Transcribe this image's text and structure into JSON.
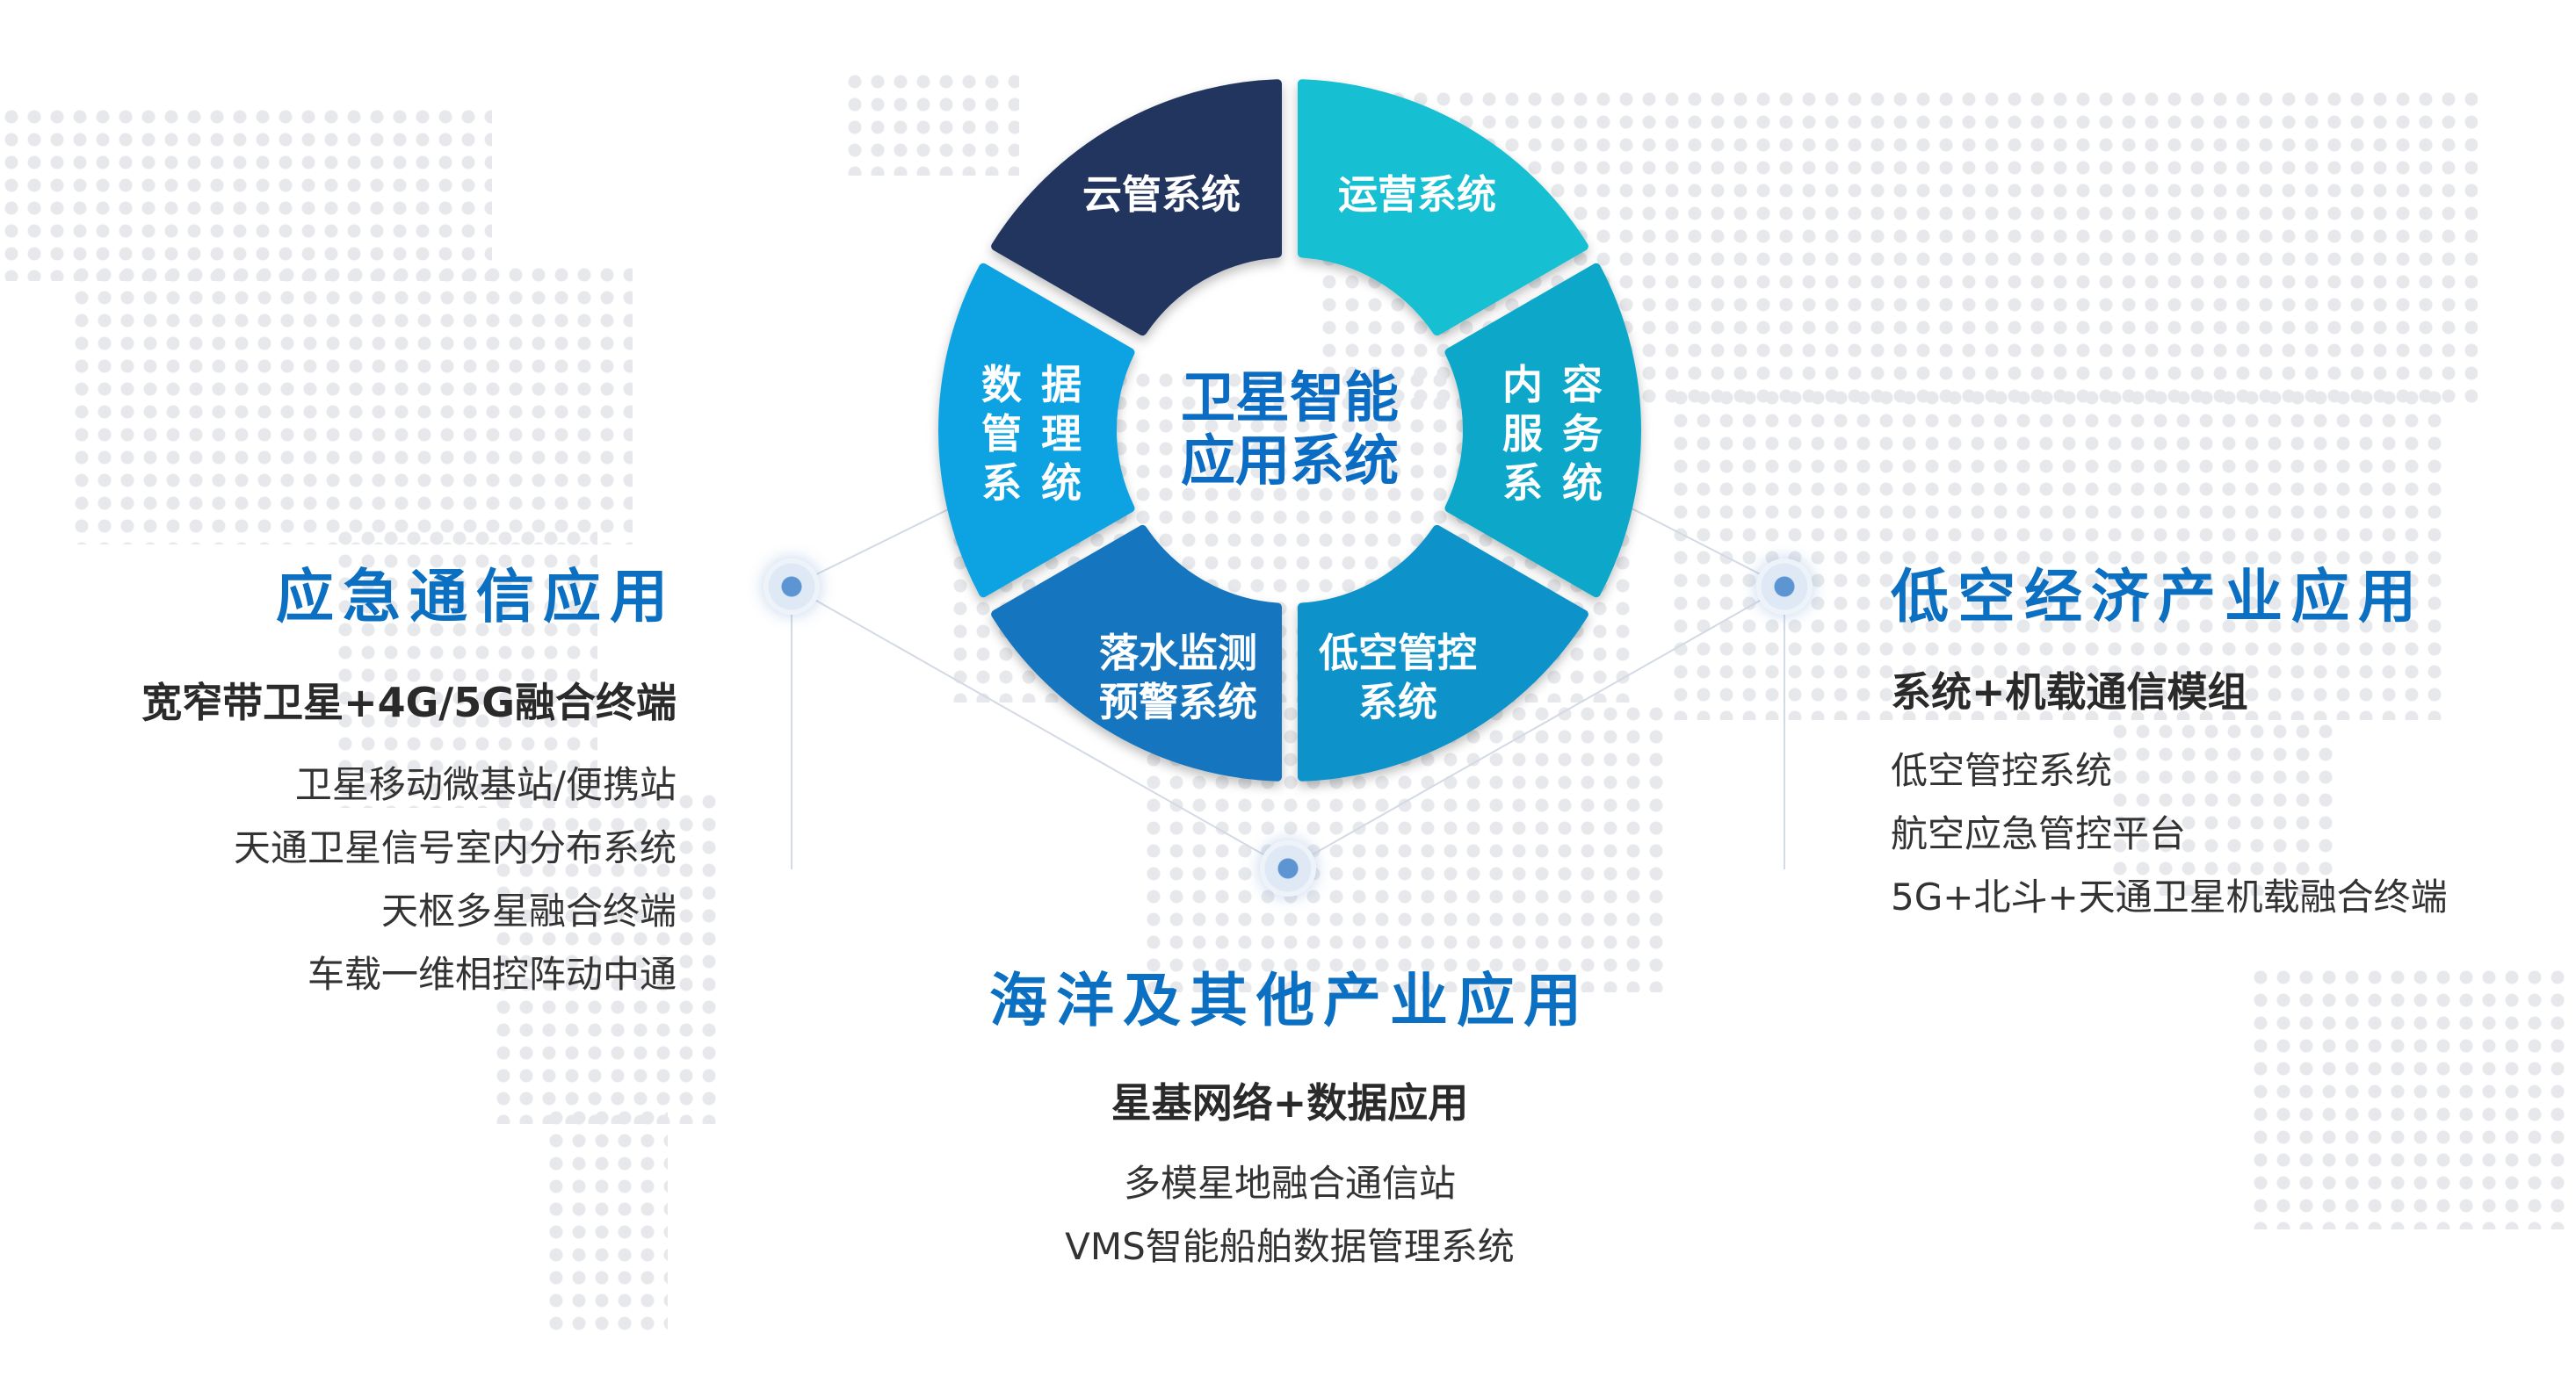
{
  "wheel": {
    "center_title": [
      "卫星智能",
      "应用系统"
    ],
    "segments": [
      {
        "label": "运营系统",
        "color": "#14bfd2"
      },
      {
        "label": "内容服务系统",
        "color": "#0aa8c9"
      },
      {
        "label": "低空管控系统",
        "color": "#0a92c9"
      },
      {
        "label": "落水监测预警系统",
        "color": "#1275bf"
      },
      {
        "label": "数据管理系统",
        "color": "#0ea3e2"
      },
      {
        "label": "云管系统",
        "color": "#22365f"
      }
    ],
    "label_lines": {
      "yunying": "运营系统",
      "neirong": [
        "内容",
        "服务",
        "系统"
      ],
      "dikong": [
        "低空管控",
        "系统"
      ],
      "luoshui": [
        "落水监测",
        "预警系统"
      ],
      "shuju": [
        "数据",
        "管理",
        "系统"
      ],
      "yunguan": "云管系统"
    }
  },
  "emergency": {
    "title": "应急通信应用",
    "subtitle": "宽窄带卫星+4G/5G融合终端",
    "items": [
      "卫星移动微基站/便携站",
      "天通卫星信号室内分布系统",
      "天枢多星融合终端",
      "车载一维相控阵动中通"
    ]
  },
  "ocean": {
    "title": "海洋及其他产业应用",
    "subtitle": "星基网络+数据应用",
    "items": [
      "多模星地融合通信站",
      "VMS智能船舶数据管理系统"
    ]
  },
  "low_altitude": {
    "title": "低空经济产业应用",
    "subtitle": "系统+机载通信模组",
    "items": [
      "低空管控系统",
      "航空应急管控平台",
      "5G+北斗+天通卫星机载融合终端"
    ]
  },
  "colors": {
    "accent": "#0b6fc2",
    "text": "#333333"
  }
}
